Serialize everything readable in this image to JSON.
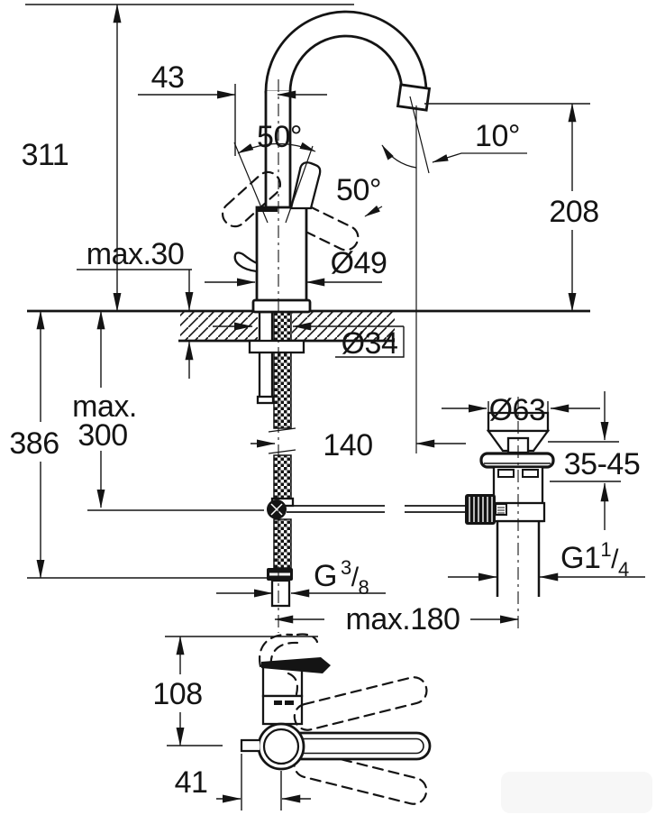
{
  "drawing": {
    "type": "technical-dimension-drawing",
    "subject": "single-lever basin mixer faucet with high C-spout and pop-up waste, side view and top view",
    "units": "mm",
    "line_color": "#141414",
    "background_color": "#ffffff",
    "labels": {
      "total_height": "311",
      "lever_offset": "43",
      "handle_open_angle": "50°",
      "handle_swing_angle": "50°",
      "stream_angle": "10°",
      "spout_outlet_height": "208",
      "deck_max_thickness": "max.30",
      "body_diameter": "Ø49",
      "mount_hole_diameter": "Ø34",
      "rod_max_depth_line1": "max.",
      "rod_max_depth_line2": "300",
      "below_deck_height": "386",
      "spout_reach": "140",
      "waste_flange_diameter": "Ø63",
      "basin_thickness_range": "35-45",
      "waste_thread": {
        "base": "G1",
        "sup": "1",
        "slash": "/",
        "sub": "4"
      },
      "supply_thread": {
        "base": "G",
        "sup": "3",
        "slash": "/",
        "sub": "8"
      },
      "rod_max_reach": "max.180",
      "top_view_depth": "108",
      "top_view_offset": "41"
    }
  }
}
